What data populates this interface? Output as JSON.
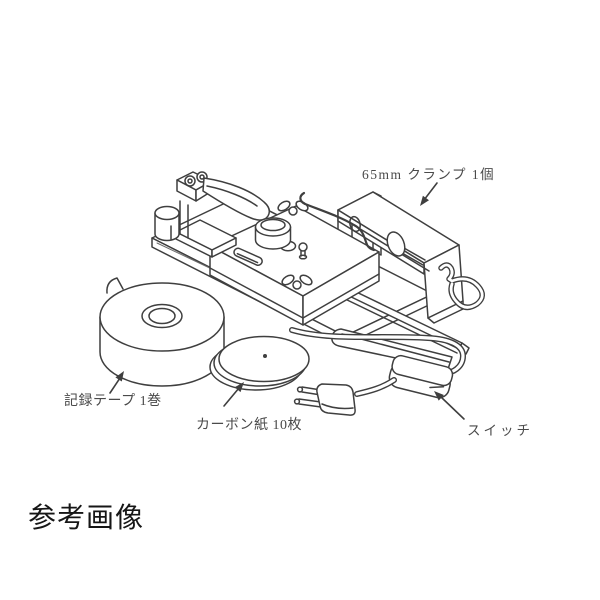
{
  "page": {
    "background_color": "#ffffff",
    "line_color": "#3f3f3f",
    "label_color": "#4a4a4a",
    "caption_color": "#161616"
  },
  "caption": {
    "text": "参考画像"
  },
  "diagram": {
    "type": "technical-line-drawing",
    "labels": {
      "clamp": "65mm クランプ 1個",
      "tape": "記録テープ 1巻",
      "carbon": "カーボン紙 10枚",
      "switch": "スイッチ"
    }
  }
}
